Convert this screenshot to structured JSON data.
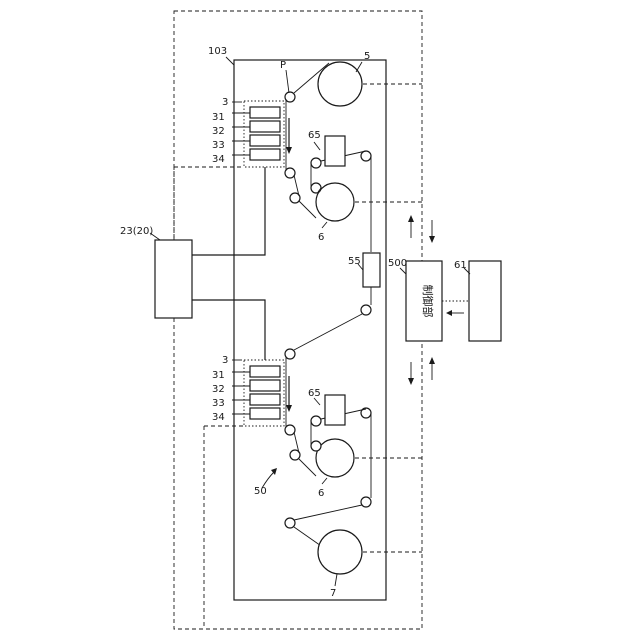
{
  "figure": {
    "labels": {
      "apparatus": "103",
      "upper_head_unit": "3",
      "lower_head_unit": "3",
      "paper": "P",
      "upper_heads": [
        "34",
        "33",
        "32",
        "31"
      ],
      "lower_heads": [
        "34",
        "33",
        "32",
        "31"
      ],
      "unwind_roll_top": "5",
      "dryer_upper": "65",
      "dryer_lower": "65",
      "drum_upper": "6",
      "drum_lower": "6",
      "sensor": "55",
      "system": "50",
      "rewind_roll": "7",
      "supply_unit": "23(20)",
      "controller_ref": "500",
      "controller_text": "制御部",
      "external_ref": "61"
    }
  }
}
